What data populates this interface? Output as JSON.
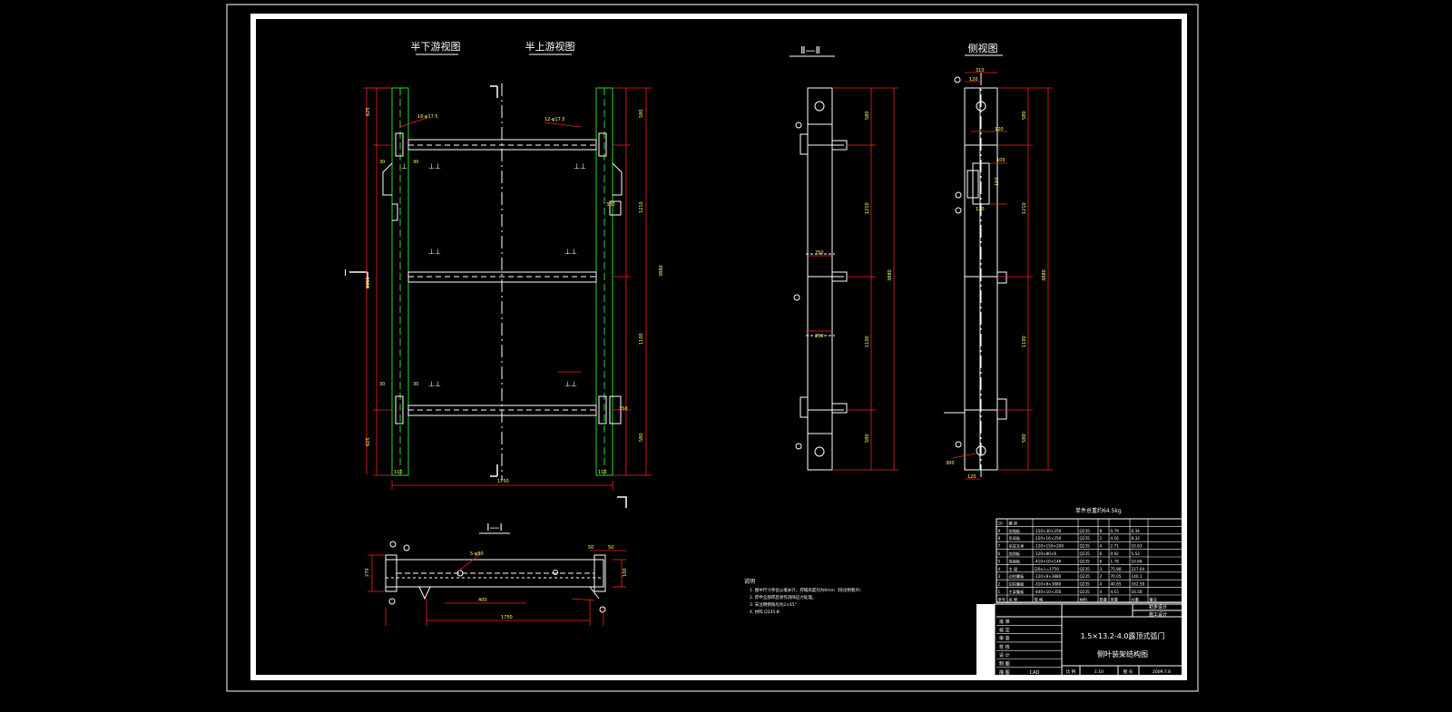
{
  "app": "CAD",
  "views": {
    "half_downstream": "半下游视图",
    "half_upstream": "半上游视图",
    "section_ii": "Ⅱ—Ⅱ",
    "side_view": "侧视图",
    "section_i": "Ⅰ—Ⅰ",
    "section_mark": "Ⅰ",
    "section_mark2": "Ⅱ"
  },
  "dims_front": {
    "top_left": "625",
    "mid_left": "2310",
    "bot_left": "625",
    "right_top": "580",
    "right_mid": "1210",
    "right_low": "1100",
    "right_bot": "580",
    "right_total": "3880",
    "bottom_total": "1750",
    "bottom_left": "110",
    "bottom_right": "110",
    "note_a": "16-φ17.5",
    "note_b": "12-φ17.5",
    "tag_300": "300",
    "tag_350": "350",
    "tag_30a": "30",
    "tag_30b": "30",
    "tag_30c": "30",
    "tag_30d": "30"
  },
  "dims_section_ii": {
    "right_top": "580",
    "right_mid": "1210",
    "right_low": "1100",
    "right_bot": "580",
    "total": "3880",
    "tag_250a": "250",
    "tag_250b": "250"
  },
  "dims_side": {
    "top_w": "310",
    "d1": "120",
    "d2": "120",
    "d3": "100",
    "d4": "150",
    "d5": "120",
    "right_top": "580",
    "right_mid": "1210",
    "right_low": "1100",
    "right_bot": "580",
    "total": "3880",
    "bot_a": "120",
    "bot_b": "300"
  },
  "dims_section_i": {
    "length": "1750",
    "seg": "400",
    "side_h": "270",
    "tag_a": "50",
    "tag_b": "50",
    "tag_c": "100",
    "note": "5-φ80"
  },
  "notes": {
    "heading": "说明",
    "lines": [
      "1. 图中尺寸单位以毫米计，焊缝高度均为6mm（除注明者外）",
      "2. 焊件全部焊后须作消除应力处理。",
      "3. 未注明倒角均为2×45°",
      "4. 材料 Q235-B"
    ]
  },
  "bom": {
    "total_weight": "单件总重约64.5kg",
    "rows": [
      {
        "no": "10",
        "name": "螺 栓",
        "spec": "",
        "mat": "",
        "qty": "",
        "w1": "",
        "w2": "",
        "rem": ""
      },
      {
        "no": "9",
        "name": "加强板",
        "spec": "-150×30×250",
        "mat": "Q235",
        "qty": "8",
        "w1": "0.79",
        "w2": "6.34",
        "rem": ""
      },
      {
        "no": "8",
        "name": "吊耳板",
        "spec": "-150×16×250",
        "mat": "Q235",
        "qty": "2",
        "w1": "4.16",
        "w2": "8.32",
        "rem": ""
      },
      {
        "no": "7",
        "name": "吊耳支承",
        "spec": "-120×150×200",
        "mat": "Q235",
        "qty": "4",
        "w1": "2.71",
        "w2": "10.83",
        "rem": ""
      },
      {
        "no": "6",
        "name": "加劲板",
        "spec": "-120×80×6",
        "mat": "Q235",
        "qty": "6",
        "w1": "0.92",
        "w2": "5.52",
        "rem": ""
      },
      {
        "no": "5",
        "name": "连接板",
        "spec": "-410×10×146",
        "mat": "Q235",
        "qty": "6",
        "w1": "1.78",
        "w2": "10.68",
        "rem": ""
      },
      {
        "no": "4",
        "name": "主 梁",
        "spec": "[20a L=1750",
        "mat": "Q235",
        "qty": "3",
        "w1": "75.88",
        "w2": "227.64",
        "rem": ""
      },
      {
        "no": "3",
        "name": "边柱翼板",
        "spec": "-120×8×3880",
        "mat": "Q235",
        "qty": "2",
        "w1": "70.05",
        "w2": "140.1",
        "rem": ""
      },
      {
        "no": "2",
        "name": "边柱腹板",
        "spec": "-310×8×3880",
        "mat": "Q235",
        "qty": "4",
        "w1": "40.65",
        "w2": "162.59",
        "rem": ""
      },
      {
        "no": "1",
        "name": "主梁腹板",
        "spec": "-440×10×350",
        "mat": "Q235",
        "qty": "4",
        "w1": "4.15",
        "w2": "16.58",
        "rem": ""
      }
    ],
    "header": {
      "no": "序号",
      "name": "名 称",
      "spec": "规 格",
      "mat": "材料",
      "qty": "数量",
      "w1": "单重",
      "w2": "共重",
      "rem": "备注"
    }
  },
  "title_block": {
    "title1": "1.5×13.2-4.0露顶式弧门",
    "title2": "侧叶装架结构图",
    "stage1": "初步设计",
    "stage2": "施工设计",
    "roles": [
      "批 准",
      "核 定",
      "审 查",
      "校 核",
      "设 计",
      "制 图",
      "描 图"
    ],
    "scale_label": "比 例",
    "scale": "1:10",
    "drawing_label": "图 号",
    "date": "2009.7.8"
  },
  "colors": {
    "bg": "#000000",
    "border": "#ffffff",
    "dim": "#ff2020",
    "green": "#22dd22",
    "title": "#ffff66"
  }
}
